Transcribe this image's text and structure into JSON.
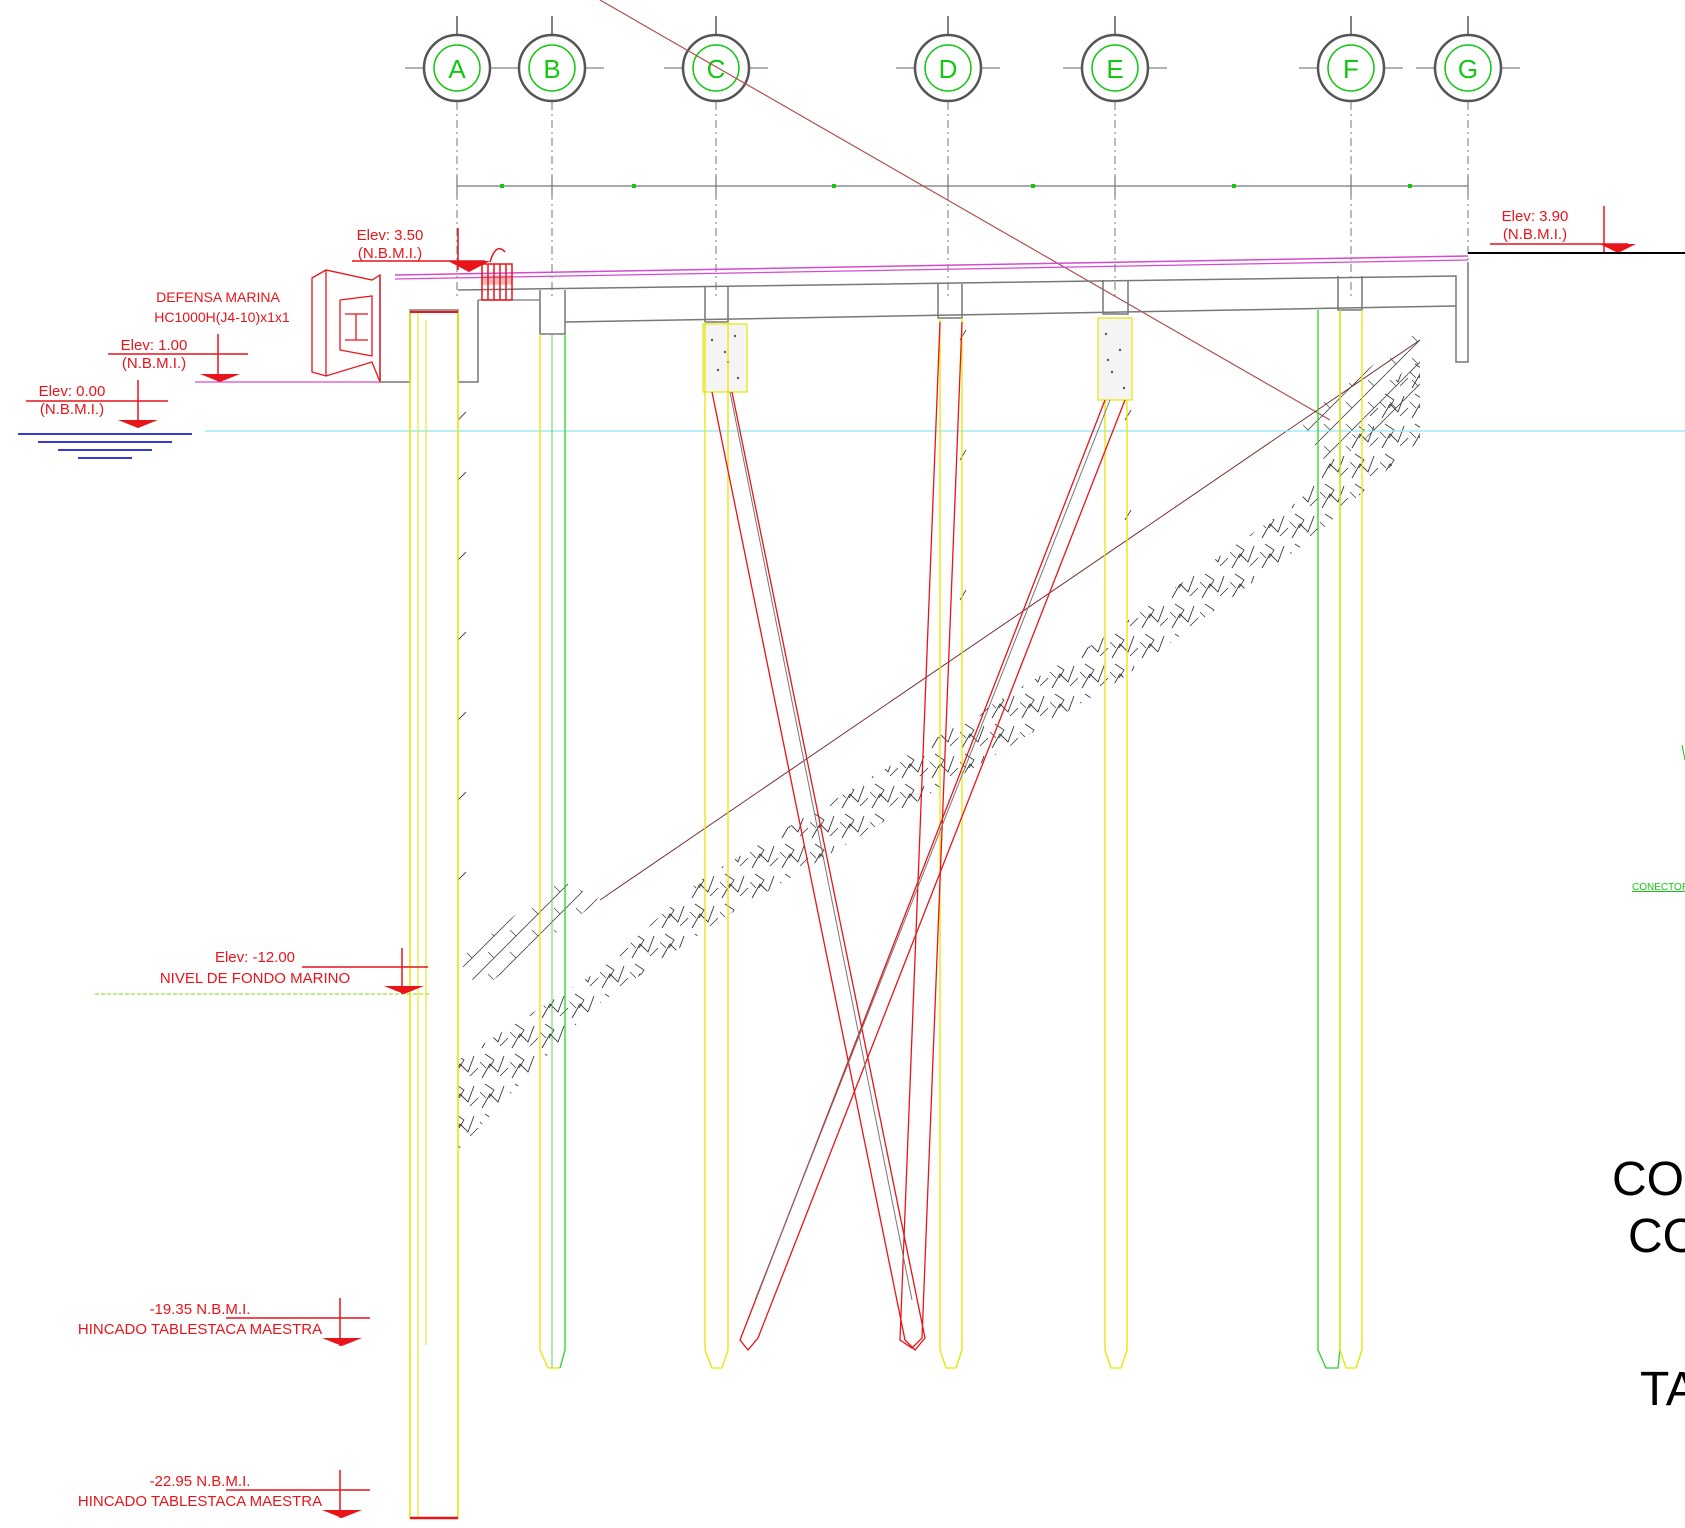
{
  "grid_axes": [
    "A",
    "B",
    "C",
    "D",
    "E",
    "F",
    "G"
  ],
  "elevations": {
    "elev_350": {
      "line1": "Elev: 3.50",
      "line2": "(N.B.M.I.)"
    },
    "elev_390": {
      "line1": "Elev: 3.90",
      "line2": "(N.B.M.I.)"
    },
    "elev_100": {
      "line1": "Elev: 1.00",
      "line2": "(N.B.M.I.)"
    },
    "elev_000": {
      "line1": "Elev: 0.00",
      "line2": "(N.B.M.I.)"
    },
    "seabed": {
      "line1": "Elev: -12.00",
      "line2": "NIVEL DE FONDO MARINO"
    },
    "pile_1935": {
      "line1": "-19.35 N.B.M.I.",
      "line2": "HINCADO TABLESTACA MAESTRA"
    },
    "pile_2295": {
      "line1": "-22.95 N.B.M.I.",
      "line2": "HINCADO TABLESTACA MAESTRA"
    }
  },
  "fender": {
    "line1": "DEFENSA MARINA",
    "line2": "HC1000H(J4-10)x1x1"
  },
  "side_note": "CONECTOR",
  "title_block": {
    "line1": "CO",
    "line2": "CO",
    "line3": "TA"
  },
  "colors": {
    "dimension_red": "#e8141a",
    "axis_green": "#12c812",
    "water_blue": "#3a3ad8",
    "water_line_cyan": "#8ae6f0",
    "deck_magenta": "#d44ad4",
    "pile_yellow": "#e6e600",
    "pile_green": "#2ad42a",
    "hatch_black": "#222222"
  }
}
